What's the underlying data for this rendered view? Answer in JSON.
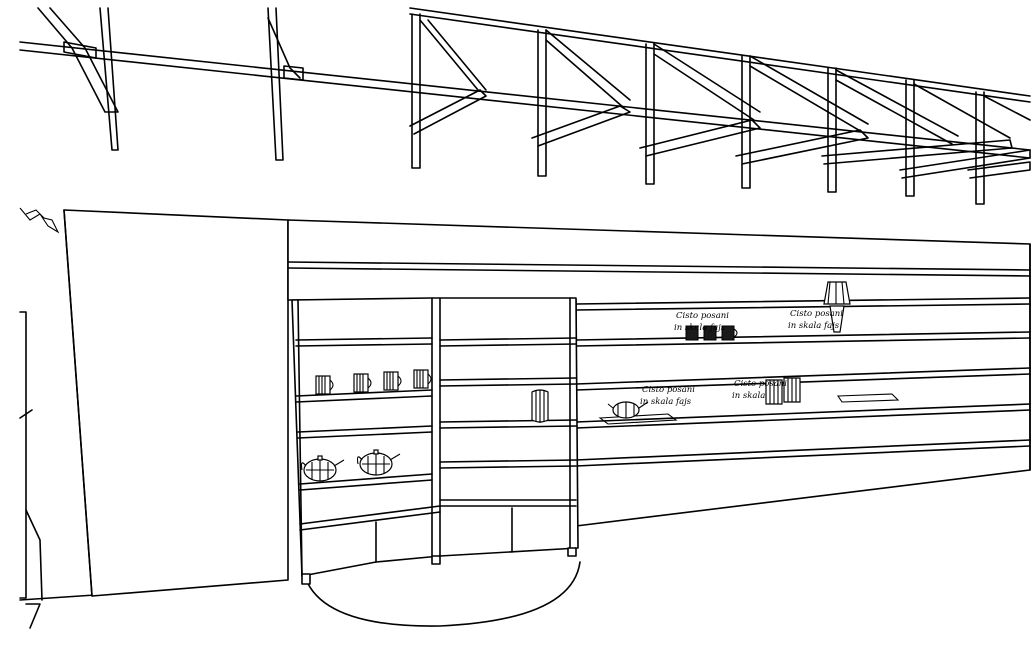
{
  "labels": {
    "shelf_top_left": [
      "Cisto posani",
      "in skala fajs"
    ],
    "shelf_top_right": [
      "Cisto posani",
      "in skala fajs"
    ],
    "shelf_mid_left": [
      "Cisto posani",
      "in skala fajs"
    ],
    "shelf_mid_right": [
      "Cisto posani",
      "in skala"
    ]
  },
  "colors": {
    "line": "#000000",
    "background": "#ffffff"
  }
}
